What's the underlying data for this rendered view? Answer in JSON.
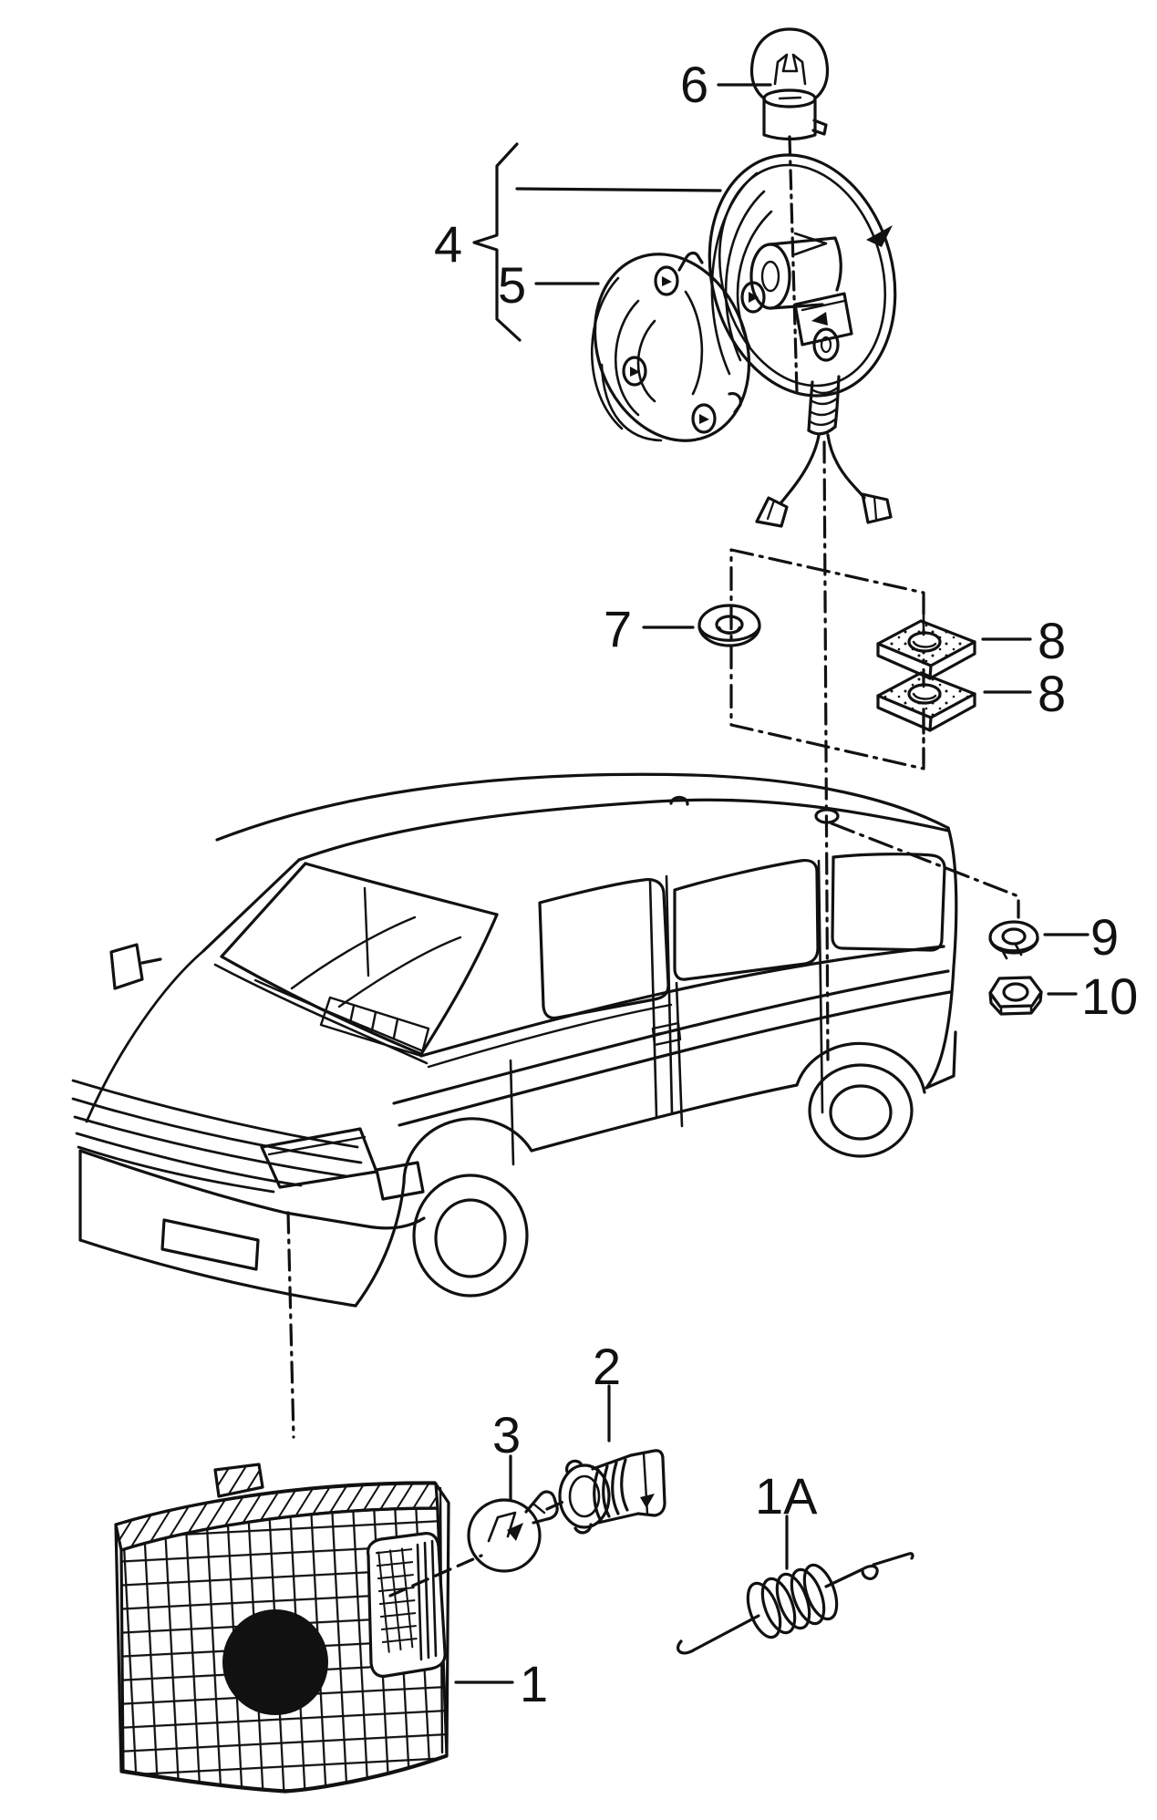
{
  "figure": {
    "background": "#ffffff",
    "line_color": "#111111",
    "callouts": {
      "lens": "1",
      "spring": "1A",
      "bulb_holder": "2",
      "indicator_bulb": "3",
      "lamp_assembly": "4",
      "cover_plate": "5",
      "lamp_bulb": "6",
      "grommet": "7",
      "pad_upper": "8",
      "pad_lower": "8",
      "lock_washer": "9",
      "hex_nut": "10"
    }
  }
}
